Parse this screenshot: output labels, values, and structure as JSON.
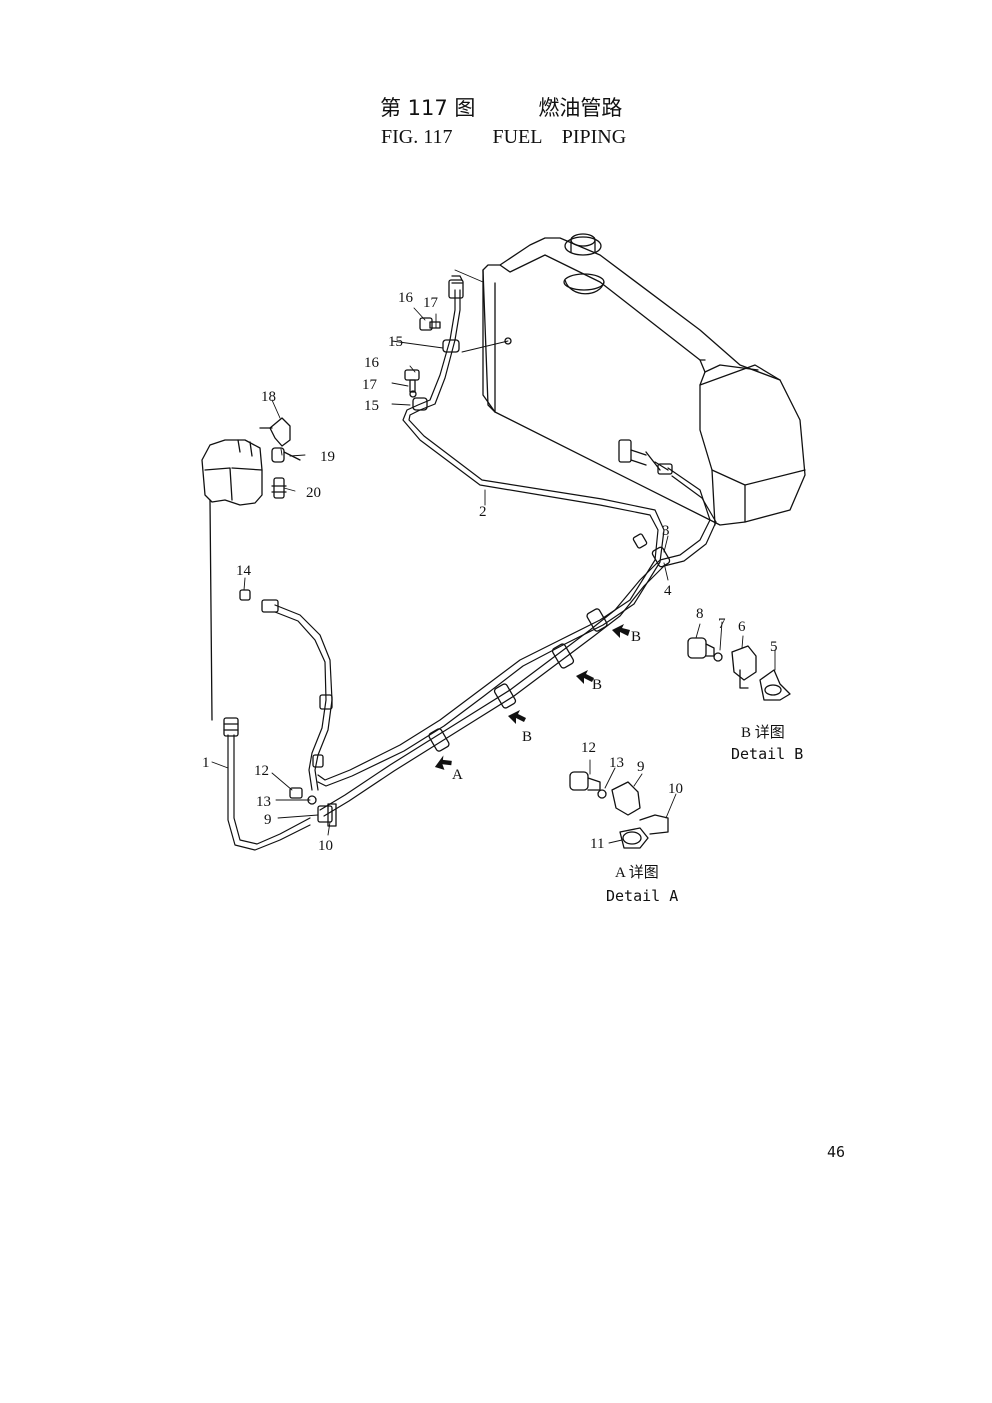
{
  "title": {
    "chinese": "第 117 图　　　燃油管路",
    "english": "FIG. 117　　FUEL　PIPING"
  },
  "callouts": [
    "1",
    "2",
    "3",
    "4",
    "5",
    "6",
    "7",
    "8",
    "9",
    "10",
    "11",
    "12",
    "13",
    "14",
    "15",
    "16",
    "17",
    "18",
    "19",
    "20"
  ],
  "main_view_labels": {
    "c1": "1",
    "c2": "2",
    "c3": "3",
    "c4": "4",
    "c9": "9",
    "c10": "10",
    "c12": "12",
    "c13": "13",
    "c14": "14",
    "c15a": "15",
    "c15b": "15",
    "c16a": "16",
    "c16b": "16",
    "c17a": "17",
    "c17b": "17",
    "c18": "18",
    "c19": "19",
    "c20": "20"
  },
  "arrow_labels": {
    "a1": "A",
    "b1": "B",
    "b2": "B",
    "b3": "B"
  },
  "detail_b": {
    "labels": {
      "c5": "5",
      "c6": "6",
      "c7": "7",
      "c8": "8"
    },
    "caption_cn": "B 详图",
    "caption_en": "Detail B"
  },
  "detail_a": {
    "labels": {
      "c9": "9",
      "c10": "10",
      "c11": "11",
      "c12": "12",
      "c13": "13"
    },
    "caption_cn": "A 详图",
    "caption_en": "Detail A"
  },
  "page_number": "46"
}
